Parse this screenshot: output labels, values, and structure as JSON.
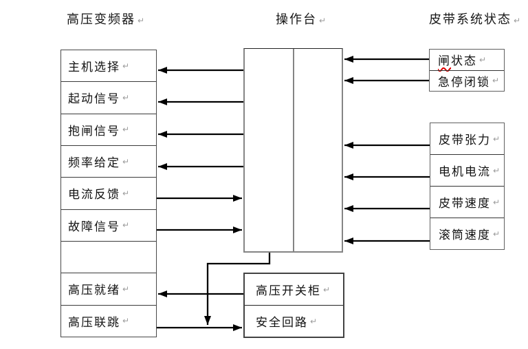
{
  "titles": {
    "left": "高压变频器",
    "center": "操作台",
    "right": "皮带系统状态"
  },
  "glyphs": {
    "return_mark": "↵"
  },
  "colors": {
    "arrow": "#000000",
    "box_border_dark": "#474747",
    "console_border": "#848484",
    "spellcheck_underline": "#dd0000",
    "return_mark": "#9b9b9b",
    "background": "#ffffff"
  },
  "left_panel": {
    "rows": [
      "主机选择",
      "起动信号",
      "抱闸信号",
      "频率给定",
      "电流反馈",
      "故障信号",
      "",
      "高压就绪",
      "高压联跳"
    ]
  },
  "right_top_panel": {
    "row1": {
      "misspelled_part": "闸",
      "rest": "状态"
    },
    "row2": "急停闭锁"
  },
  "right_bottom_panel": {
    "rows": [
      "皮带张力",
      "电机电流",
      "皮带速度",
      "滚筒速度"
    ]
  },
  "bottom_panel": {
    "rows": [
      "高压开关柜",
      "安全回路"
    ]
  },
  "connections": [
    {
      "from": "操作台",
      "to": "主机选择",
      "direction": "left"
    },
    {
      "from": "操作台",
      "to": "起动信号",
      "direction": "left"
    },
    {
      "from": "操作台",
      "to": "抱闸信号",
      "direction": "left"
    },
    {
      "from": "操作台",
      "to": "频率给定",
      "direction": "left"
    },
    {
      "from": "电流反馈",
      "to": "操作台",
      "direction": "right"
    },
    {
      "from": "故障信号",
      "to": "操作台",
      "direction": "right"
    },
    {
      "from": "闸状态",
      "to": "操作台",
      "direction": "left"
    },
    {
      "from": "急停闭锁",
      "to": "操作台",
      "direction": "left"
    },
    {
      "from": "皮带张力",
      "to": "操作台",
      "direction": "left"
    },
    {
      "from": "电机电流",
      "to": "操作台",
      "direction": "left"
    },
    {
      "from": "皮带速度",
      "to": "操作台",
      "direction": "left"
    },
    {
      "from": "滚筒速度",
      "to": "操作台",
      "direction": "left"
    },
    {
      "from": "高压开关柜",
      "to": "高压就绪",
      "direction": "left"
    },
    {
      "from": "高压联跳",
      "to": "安全回路",
      "direction": "right"
    },
    {
      "from": "操作台",
      "to": "高压联跳-安全回路连线",
      "direction": "down"
    }
  ]
}
